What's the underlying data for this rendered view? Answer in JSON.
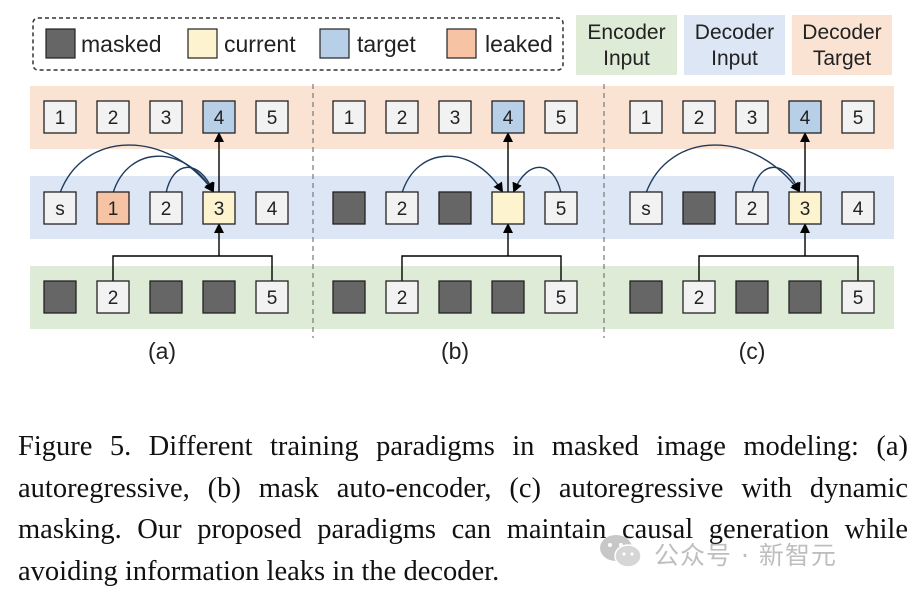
{
  "legend": {
    "masked": "masked",
    "current": "current",
    "target": "target",
    "leaked": "leaked"
  },
  "roles": {
    "encoder_input": [
      "Encoder",
      "Input"
    ],
    "decoder_input": [
      "Decoder",
      "Input"
    ],
    "decoder_target": [
      "Decoder",
      "Target"
    ]
  },
  "colors": {
    "masked": "#666666",
    "current": "#fdf3cf",
    "target": "#b8cfe8",
    "leaked": "#f6c4a4",
    "plain": "#f2f2f2",
    "band_target": "#fbe3d3",
    "band_decoder": "#dce6f4",
    "band_encoder": "#deebd6",
    "role_encoder_bg": "#deebd6",
    "role_decoder_bg": "#dce6f4",
    "role_target_bg": "#fbe3d3"
  },
  "panels": [
    {
      "label": "(a)",
      "target_row": [
        {
          "text": "1",
          "state": "plain"
        },
        {
          "text": "2",
          "state": "plain"
        },
        {
          "text": "3",
          "state": "plain"
        },
        {
          "text": "4",
          "state": "target"
        },
        {
          "text": "5",
          "state": "plain"
        }
      ],
      "decoder_row": [
        {
          "text": "s",
          "state": "plain"
        },
        {
          "text": "1",
          "state": "leaked"
        },
        {
          "text": "2",
          "state": "plain"
        },
        {
          "text": "3",
          "state": "current"
        },
        {
          "text": "4",
          "state": "plain"
        }
      ],
      "encoder_row": [
        {
          "text": "",
          "state": "masked"
        },
        {
          "text": "2",
          "state": "plain"
        },
        {
          "text": "",
          "state": "masked"
        },
        {
          "text": "",
          "state": "masked"
        },
        {
          "text": "5",
          "state": "plain"
        }
      ],
      "attend_from": [
        0,
        1,
        2
      ]
    },
    {
      "label": "(b)",
      "target_row": [
        {
          "text": "1",
          "state": "plain"
        },
        {
          "text": "2",
          "state": "plain"
        },
        {
          "text": "3",
          "state": "plain"
        },
        {
          "text": "4",
          "state": "target"
        },
        {
          "text": "5",
          "state": "plain"
        }
      ],
      "decoder_row": [
        {
          "text": "",
          "state": "masked"
        },
        {
          "text": "2",
          "state": "plain"
        },
        {
          "text": "",
          "state": "masked"
        },
        {
          "text": "",
          "state": "current"
        },
        {
          "text": "5",
          "state": "plain"
        }
      ],
      "encoder_row": [
        {
          "text": "",
          "state": "masked"
        },
        {
          "text": "2",
          "state": "plain"
        },
        {
          "text": "",
          "state": "masked"
        },
        {
          "text": "",
          "state": "masked"
        },
        {
          "text": "5",
          "state": "plain"
        }
      ],
      "attend_from": [
        1,
        4
      ]
    },
    {
      "label": "(c)",
      "target_row": [
        {
          "text": "1",
          "state": "plain"
        },
        {
          "text": "2",
          "state": "plain"
        },
        {
          "text": "3",
          "state": "plain"
        },
        {
          "text": "4",
          "state": "target"
        },
        {
          "text": "5",
          "state": "plain"
        }
      ],
      "decoder_row": [
        {
          "text": "s",
          "state": "plain"
        },
        {
          "text": "",
          "state": "masked"
        },
        {
          "text": "2",
          "state": "plain"
        },
        {
          "text": "3",
          "state": "current"
        },
        {
          "text": "4",
          "state": "plain"
        }
      ],
      "encoder_row": [
        {
          "text": "",
          "state": "masked"
        },
        {
          "text": "2",
          "state": "plain"
        },
        {
          "text": "",
          "state": "masked"
        },
        {
          "text": "",
          "state": "masked"
        },
        {
          "text": "5",
          "state": "plain"
        }
      ],
      "attend_from": [
        0,
        2
      ]
    }
  ],
  "caption": "Figure 5. Different training paradigms in masked image modeling: (a) autoregressive, (b) mask auto-encoder, (c) autoregressive with dynamic masking. Our proposed paradigms can maintain causal generation while avoiding information leaks in the decoder.",
  "watermark": {
    "text": "公众号 · 新智元",
    "icon": "wechat-icon"
  }
}
